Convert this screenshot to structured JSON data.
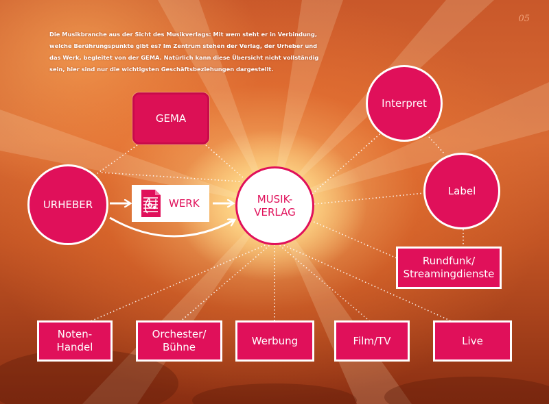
{
  "page_number": "05",
  "intro_text": "Die Musikbranche aus der Sicht des Musikverlags: Mit wem steht er in Verbindung, welche Berührungspunkte gibt es? Im Zentrum stehen der Verlag, der Urheber und das Werk, begleitet von der GEMA. Natürlich kann diese Übersicht nicht vollständig sein, hier sind nur die wichtigsten Geschäftsbeziehungen dargestellt.",
  "nodes": {
    "gema": "GEMA",
    "urheber": "URHEBER",
    "werk": "WERK",
    "verlag_line1": "MUSIK-",
    "verlag_line2": "VERLAG",
    "interpret": "Interpret",
    "label": "Label",
    "rundfunk_line1": "Rundfunk/",
    "rundfunk_line2": "Streamingdienste",
    "noten_line1": "Noten-",
    "noten_line2": "Handel",
    "orchester_line1": "Orchester/",
    "orchester_line2": "Bühne",
    "werbung": "Werbung",
    "film": "Film/TV",
    "live": "Live"
  },
  "colors": {
    "accent": "#e0105a",
    "white": "#ffffff"
  },
  "icons": {
    "werk": "sheet-music-icon"
  }
}
